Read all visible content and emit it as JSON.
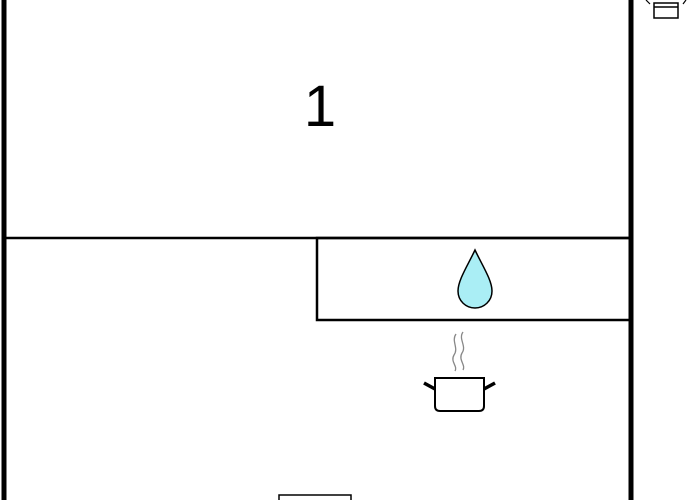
{
  "floor_plan": {
    "rooms": [
      {
        "id": "room-1",
        "label": "1"
      }
    ],
    "symbols": [
      {
        "name": "water-drop-icon",
        "meaning": "water"
      },
      {
        "name": "cooking-pot-icon",
        "meaning": "kitchen"
      },
      {
        "name": "window-icon",
        "meaning": "window"
      }
    ],
    "colors": {
      "wall": "#000000",
      "background": "#ffffff",
      "water_fill": "#aaeef5"
    }
  }
}
